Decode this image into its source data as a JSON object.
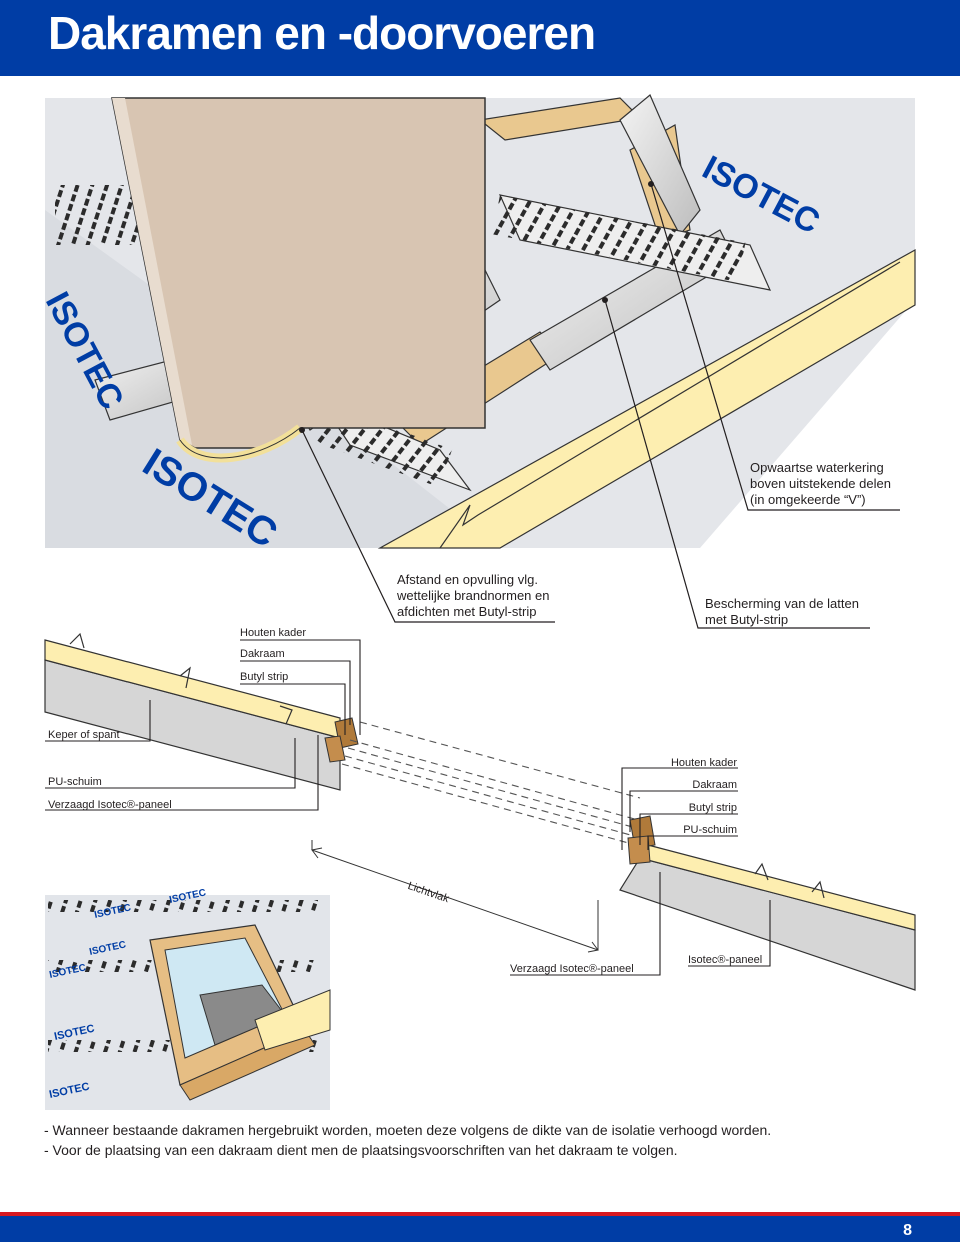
{
  "header": {
    "title": "Dakramen en -doorvoeren",
    "color": "#003da5"
  },
  "brand": {
    "logo_text": "ISOTEC",
    "brand_color": "#003da5",
    "accent_color": "#d71920"
  },
  "top_figure": {
    "callouts": {
      "upstand": [
        "Opwaartse  waterkering",
        "boven uitstekende delen",
        "(in omgekeerde “V”)"
      ],
      "spacing": [
        "Afstand  en  opvulling  vlg.",
        "wettelijke brandnormen en",
        "afdichten met Butyl-strip"
      ],
      "protection": [
        "Bescherming van de latten",
        "met Butyl-strip"
      ]
    }
  },
  "section_figure": {
    "left_labels": {
      "houten_kader": "Houten kader",
      "dakraam": "Dakraam",
      "butyl": "Butyl strip",
      "keper": "Keper of spant",
      "pu": "PU-schuim",
      "verzaagd": "Verzaagd Isotec®-paneel"
    },
    "right_labels": {
      "houten_kader": "Houten kader",
      "dakraam": "Dakraam",
      "butyl": "Butyl strip",
      "pu": "PU-schuim",
      "verzaagd": "Verzaagd Isotec®-paneel",
      "isotec": "Isotec®-paneel"
    },
    "lichtvlak": "Lichtvlak"
  },
  "notes": [
    "- Wanneer bestaande dakramen hergebruikt worden, moeten deze volgens de dikte van de isolatie verhoogd worden.",
    "- Voor de plaatsing van een dakraam dient men de plaatsingsvoorschriften van het dakraam te volgen."
  ],
  "page_number": "8"
}
